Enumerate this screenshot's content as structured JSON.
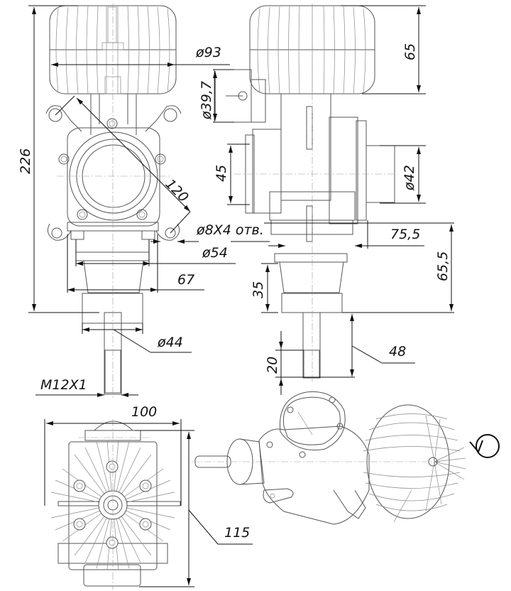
{
  "drawing": {
    "subject": "engine dimensional drawing",
    "views": [
      "front-view",
      "side-view",
      "bottom-view",
      "isometric-view"
    ]
  },
  "dimensions": {
    "overall_height": "226",
    "cooling_fin_diameter": "ø93",
    "diagonal_mount": "120",
    "carb_diameter": "ø39,7",
    "mount_holes": "ø8X4 отв.",
    "flange_diameter": "ø54",
    "flange_width": "67",
    "hub_diameter": "ø44",
    "thread": "M12X1",
    "head_height": "65",
    "side_45": "45",
    "side_diameter_42": "ø42",
    "side_75_5": "75,5",
    "side_65_5": "65,5",
    "side_35": "35",
    "shaft_48": "48",
    "thread_length_20": "20",
    "bottom_width_100": "100",
    "bottom_height_115": "115"
  },
  "rotation_symbol": "rotation-direction-counterclockwise"
}
